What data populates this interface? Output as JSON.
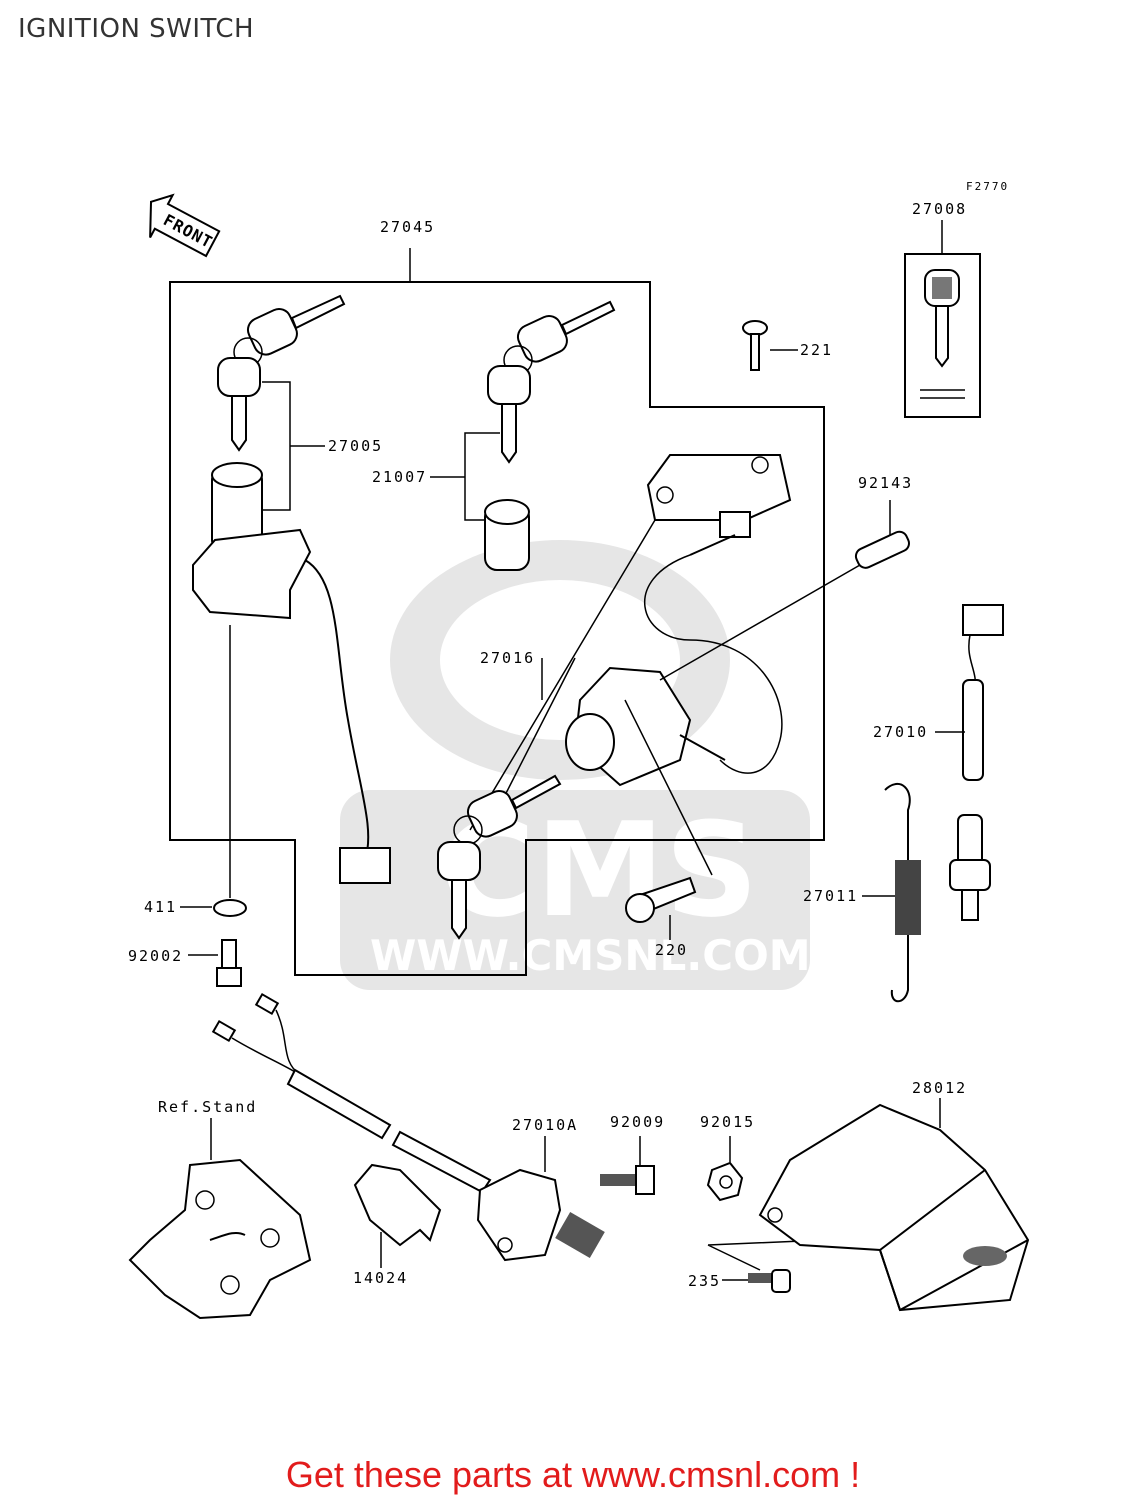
{
  "page": {
    "title": "IGNITION SWITCH",
    "figure_code": "F2770",
    "footer": "Get these parts at www.cmsnl.com !"
  },
  "front_arrow": {
    "label": "FRONT"
  },
  "watermark": {
    "brand": "CMS",
    "url": "WWW.CMSNL.COM"
  },
  "parts": [
    {
      "id": "27045"
    },
    {
      "id": "27008"
    },
    {
      "id": "221"
    },
    {
      "id": "27005"
    },
    {
      "id": "21007"
    },
    {
      "id": "92143"
    },
    {
      "id": "27016"
    },
    {
      "id": "27010"
    },
    {
      "id": "27011"
    },
    {
      "id": "411"
    },
    {
      "id": "92002"
    },
    {
      "id": "220"
    },
    {
      "id": "28012"
    },
    {
      "id": "Ref.Stand"
    },
    {
      "id": "27010A"
    },
    {
      "id": "92009"
    },
    {
      "id": "92015"
    },
    {
      "id": "14024"
    },
    {
      "id": "235"
    }
  ]
}
